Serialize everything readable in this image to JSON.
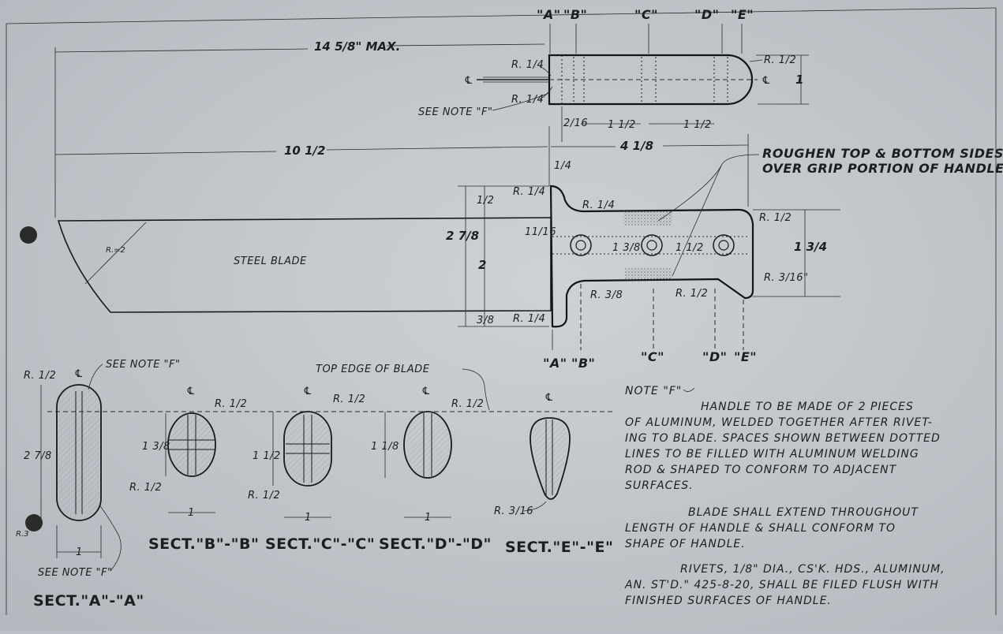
{
  "drawing": {
    "overall_length": "14 5/8\" MAX.",
    "blade_length": "10 1/2",
    "handle_length": "4 1/8",
    "blade_label": "STEEL BLADE",
    "blade_radius": "R.=2",
    "section_letters_top": [
      "\"A\"",
      "\"B\"",
      "\"C\"",
      "\"D\"",
      "\"E\""
    ],
    "section_letters_bottom": [
      "\"A\"",
      "\"B\"",
      "\"C\"",
      "\"D\"",
      "\"E\""
    ],
    "roughen_note": [
      "ROUGHEN TOP & BOTTOM SIDES",
      "OVER GRIP PORTION OF HANDLE"
    ],
    "see_note_f": "SEE NOTE \"F\"",
    "top_edge_of_blade": "TOP EDGE OF BLADE",
    "centerline": "℄",
    "top_view_dims": {
      "r_quarter_1": "R. 1/4",
      "r_quarter_2": "R. 1/4",
      "r_half": "R. 1/2",
      "width": "1",
      "offset": "2/16",
      "spacing_1": "1 1/2",
      "spacing_2": "1 1/2",
      "quarter": "1/4"
    },
    "side_view_dims": {
      "r_quarter_top": "R. 1/4",
      "r_quarter_bottom": "R. 1/4",
      "r_quarter_step": "R. 1/4",
      "r_half_top": "R. 1/2",
      "r_half_bottom": "R. 1/2",
      "r_three_sixteenths": "R. 3/16\"",
      "r_three_eighths": "R. 3/8",
      "half": "1/2",
      "total_height": "2 7/8",
      "blade_width": "2",
      "three_eighths": "3/8",
      "eleven_sixteenths": "11/16",
      "grip_1": "1 3/8",
      "grip_2": "1 1/2",
      "handle_height": "1 3/4"
    },
    "sections": [
      {
        "title": "SECT.\"A\"-\"A\"",
        "height": "2 7/8",
        "width": "1",
        "radius": "R. 1/2",
        "corner": "R.3"
      },
      {
        "title": "SECT.\"B\"-\"B\"",
        "height": "1 3/8",
        "width": "1",
        "radius_top": "R. 1/2",
        "radius_bottom": "R. 1/2"
      },
      {
        "title": "SECT.\"C\"-\"C\"",
        "height": "1 1/2",
        "width": "1",
        "radius_top": "R. 1/2",
        "radius_bottom": "R. 1/2"
      },
      {
        "title": "SECT.\"D\"-\"D\"",
        "height": "1 1/8",
        "width": "1",
        "radius_top": "R. 1/2"
      },
      {
        "title": "SECT.\"E\"-\"E\"",
        "radius_bottom": "R. 3/16"
      }
    ],
    "notes": {
      "title": "NOTE \"F\"",
      "lines": [
        "HANDLE TO BE MADE OF 2 PIECES",
        "OF ALUMINUM, WELDED TOGETHER AFTER RIVET-",
        "ING TO BLADE. SPACES SHOWN BETWEEN DOTTED",
        "LINES TO BE FILLED WITH ALUMINUM WELDING",
        "ROD & SHAPED TO CONFORM TO ADJACENT",
        "SURFACES.",
        "BLADE SHALL EXTEND THROUGHOUT",
        "LENGTH OF HANDLE & SHALL CONFORM TO",
        "SHAPE OF HANDLE.",
        "RIVETS, 1/8\" DIA., CS'K. HDS., ALUMINUM,",
        "AN. ST'D.\" 425-8-20, SHALL BE FILED FLUSH WITH",
        "FINISHED SURFACES OF HANDLE."
      ]
    }
  }
}
